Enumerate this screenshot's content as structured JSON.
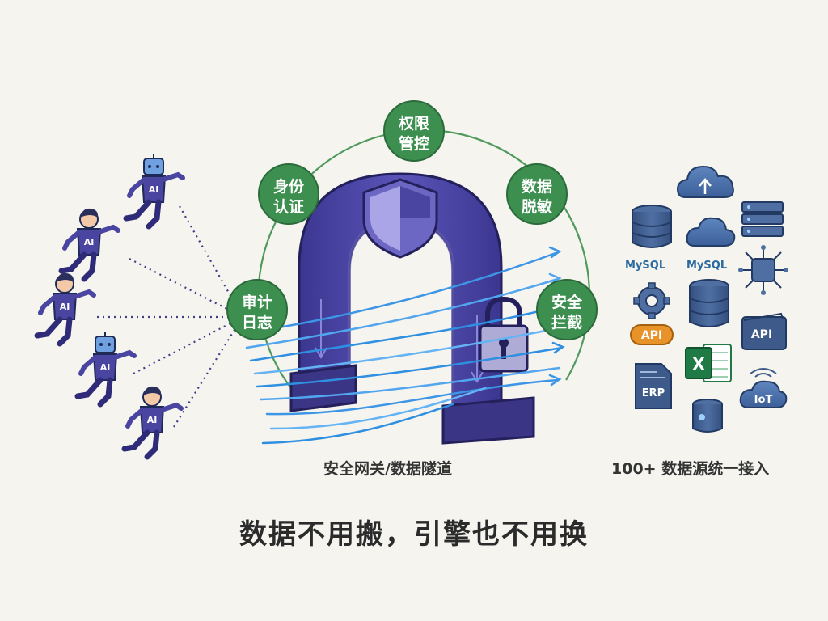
{
  "features": [
    {
      "key": "permission",
      "line1": "权限",
      "line2": "管控"
    },
    {
      "key": "identity",
      "line1": "身份",
      "line2": "认证"
    },
    {
      "key": "masking",
      "line1": "数据",
      "line2": "脱敏"
    },
    {
      "key": "audit",
      "line1": "审计",
      "line2": "日志"
    },
    {
      "key": "intercept",
      "line1": "安全",
      "line2": "拦截"
    }
  ],
  "agents": [
    {
      "badge": "AI",
      "kind": "robot"
    },
    {
      "badge": "AI",
      "kind": "person"
    },
    {
      "badge": "AI",
      "kind": "person"
    },
    {
      "badge": "AI",
      "kind": "robot"
    },
    {
      "badge": "AI",
      "kind": "person"
    }
  ],
  "sources": {
    "mysql_1": "MySQL",
    "mysql_2": "MySQL",
    "api_1": "API",
    "api_2": "API",
    "erp": "ERP",
    "excel": "X",
    "iot": "IoT"
  },
  "captions": {
    "gateway": "安全网关/数据隧道",
    "sources": "100+ 数据源统一接入",
    "slogan": "数据不用搬，引擎也不用换"
  },
  "colors": {
    "feature_green": "#3d8f4f",
    "arch_purple": "#4a45a0",
    "arch_dark": "#3a3585",
    "flow_blue": "#2f8fe0",
    "source_navy": "#3d5a8a",
    "api_orange": "#e8922a",
    "excel_green": "#1f7a45"
  }
}
